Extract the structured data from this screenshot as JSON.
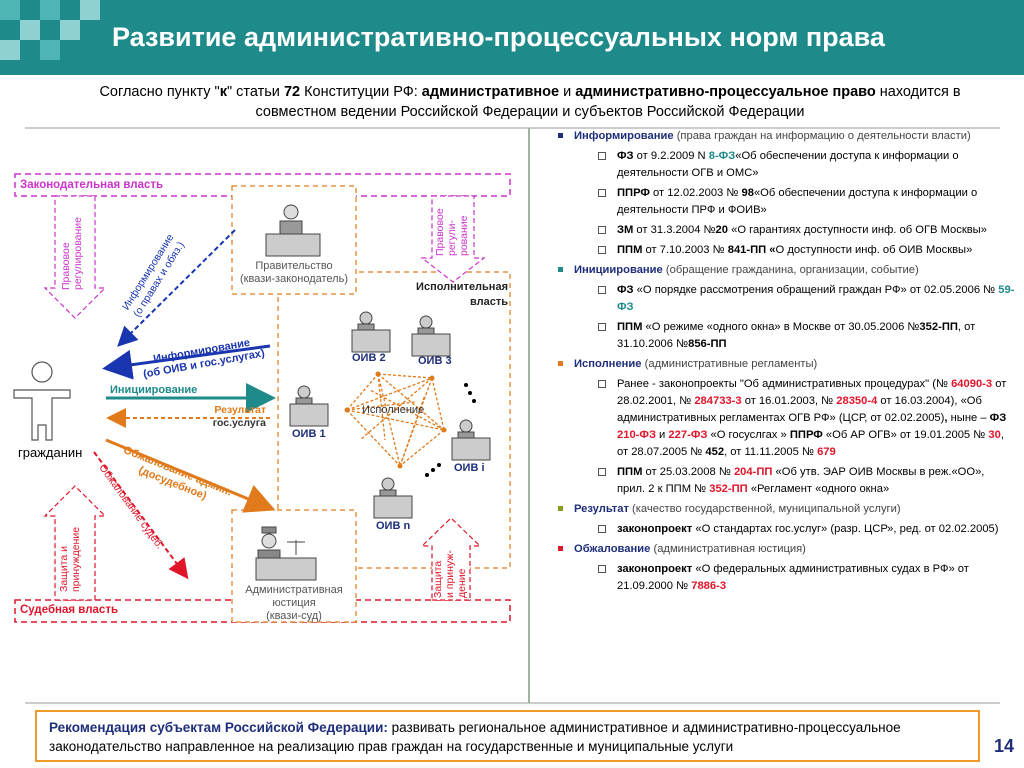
{
  "slide": {
    "title": "Развитие административно-процессуальных норм права",
    "page_number": "14",
    "accent_color": "#1f8a8a"
  },
  "subtitle": {
    "pre": "Согласно пункту \"",
    "point": "к",
    "mid1": "\" статьи ",
    "article": "72",
    "mid2": " Конституции РФ: ",
    "term1": "административное",
    "mid3": " и ",
    "term2": "административно-процессуальное право",
    "post": " находится в совместном ведении Российской Федерации и субъектов Российской Федерации"
  },
  "diagram": {
    "legislative": "Законодательная власть",
    "judicial": "Судебная власть",
    "executive_l1": "Исполнительная",
    "executive_l2": "власть",
    "reg_left_l1": "Правовое",
    "reg_left_l2": "регулирование",
    "reg_right_l1": "Правовое",
    "reg_right_l2": "регули-",
    "reg_right_l3": "рование",
    "prot_left_l1": "Защита и",
    "prot_left_l2": "принуждение",
    "prot_right_l1": "Защита",
    "prot_right_l2": "и принуж-",
    "prot_right_l3": "дение",
    "gov_l1": "Правительство",
    "gov_l2": "(квази-законодатель)",
    "court_l1": "Административная",
    "court_l2": "юстиция",
    "court_l3": "(квази-суд)",
    "citizen": "гражданин",
    "inf_rights_l1": "Информирование",
    "inf_rights_l2": "(о правах и обяз.)",
    "inf_oiv_l1": "Информирование",
    "inf_oiv_l2": "(об ОИВ и гос.услугах)",
    "initiation": "Инициирование",
    "result_l1": "Результат",
    "result_l2": "гос.услуга",
    "appeal_adm_l1": "Обжалование админ.",
    "appeal_adm_l2": "(досудебное)",
    "appeal_court": "Обжалование судеб.",
    "execution": "Исполнение",
    "oiv1": "ОИВ 1",
    "oiv2": "ОИВ 2",
    "oiv3": "ОИВ 3",
    "oivi": "ОИВ i",
    "oivn": "ОИВ n",
    "dots": "…"
  },
  "right_list": {
    "inf_title": "Информирование",
    "inf_desc": " (права граждан на информацию о деятельности власти)",
    "i1_a": "ФЗ",
    "i1_b": " от 9.2.2009 N ",
    "i1_c": "8-ФЗ",
    "i1_d": "«Об обеспечении доступа к информации о деятельности ОГВ и ОМС»",
    "i2_a": "ППРФ",
    "i2_b": " от 12.02.2003 № ",
    "i2_c": "98",
    "i2_d": "«Об обеспечении доступа к информации о деятельности ПРФ и ФОИВ»",
    "i3_a": "ЗМ",
    "i3_b": " от 31.3.2004 №",
    "i3_c": "20",
    "i3_d": " «О гарантиях доступности инф. об ОГВ Москвы»",
    "i4_a": "ППМ",
    "i4_b": " от 7.10.2003 № ",
    "i4_c": "841-ПП «",
    "i4_d": "О доступности инф. об ОИВ Москвы»",
    "ini_title": "Инициирование",
    "ini_desc": " (обращение гражданина, организации, событие)",
    "n1_a": "ФЗ",
    "n1_b": " «О порядке рассмотрения обращений граждан РФ» от 02.05.2006 № ",
    "n1_c": "59-ФЗ",
    "n2_a": "ППМ",
    "n2_b": " «О режиме «одного окна» в Москве от 30.05.2006 №",
    "n2_c": "352-ПП",
    "n2_d": ", от 31.10.2006 №",
    "n2_e": "856-ПП",
    "exe_title": "Исполнение",
    "exe_desc": " (административные регламенты)",
    "e1_a": "Ранее - законопроекты \"Об административных процедурах\" (№ ",
    "e1_b": "64090-3",
    "e1_c": "  от 28.02.2001, № ",
    "e1_d": "284733-3",
    "e1_e": " от 16.01.2003, № ",
    "e1_f": "28350-4",
    "e1_g": " от 16.03.2004), «Об административных регламентах ОГВ РФ» (ЦСР, от 02.02.2005)",
    "e1_h": ",",
    "e1_i": " ныне – ",
    "e1_j": "ФЗ",
    "e1_k": " 210-ФЗ",
    "e1_l": " и ",
    "e1_m": "227-ФЗ",
    "e1_n": " «О госуслгах » ",
    "e1_o": "ППРФ",
    "e1_p": " «Об АР ОГВ» от 19.01.2005 № ",
    "e1_q": "30",
    "e1_r": ", от 28.07.2005 № ",
    "e1_s": "452",
    "e1_t": ", от 11.11.2005 № ",
    "e1_u": "679",
    "e2_a": "ППМ",
    "e2_b": " от 25.03.2008 № ",
    "e2_c": "204-ПП",
    "e2_d": " «Об утв. ЭАР ОИВ Москвы в реж.«ОО», прил. 2 к ППМ № ",
    "e2_e": "352-ПП",
    "e2_f": " «Регламент «одного окна»",
    "res_title": "Результат",
    "res_desc": " (качество государственной, муниципальной услуги)",
    "r1_a": "законопроект",
    "r1_b": " «О стандартах гос.услуг» (разр. ЦСР», ред. от 02.02.2005)",
    "app_title": "Обжалование",
    "app_desc": " (административная юстиция)",
    "a1_a": "законопроект",
    "a1_b": " «О федеральных административных судах в РФ» от 21.09.2000 № ",
    "a1_c": "7886-3"
  },
  "recommendation": {
    "lead": "Рекомендация субъектам Российской Федерации:",
    "text": " развивать региональное административное и административно-процессуальное законодательство направленное на реализацию прав граждан на государственные и муниципальные услуги"
  },
  "colors": {
    "pink": "#cc33cc",
    "blue": "#1a35b0",
    "teal": "#1e8a8a",
    "orange": "#e07a1a",
    "red": "#e0152a",
    "navy": "#1e2e7a"
  }
}
